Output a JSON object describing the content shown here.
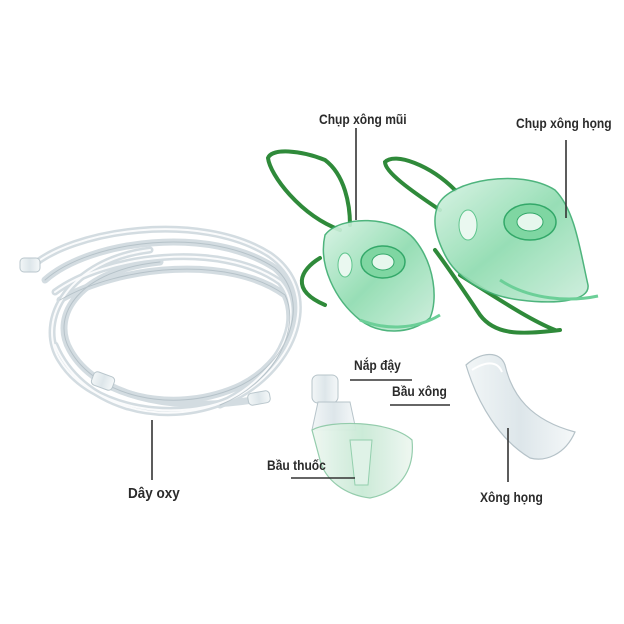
{
  "labels": {
    "nasal_mask": "Chụp xông mũi",
    "throat_mask": "Chụp xông họng",
    "cap": "Nắp đậy",
    "nebulizer_chamber": "Bầu xông",
    "medicine_cup": "Bầu thuốc",
    "oxygen_tube": "Dây oxy",
    "throat_piece": "Xông họng"
  },
  "colors": {
    "mask_green": "#3fbf7a",
    "strap_green": "#2f8a3a",
    "tube_clear": "#c9d6dc",
    "label_text": "#2b2b2b"
  }
}
